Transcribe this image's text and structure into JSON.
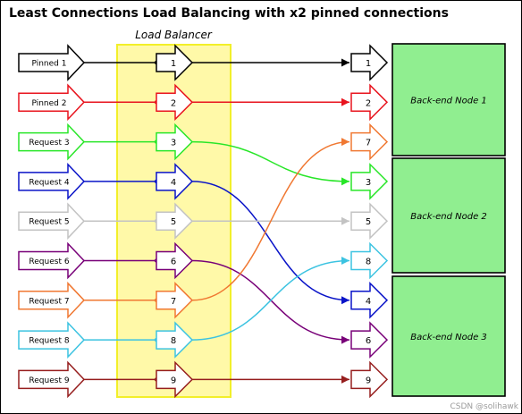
{
  "title": "Least Connections Load Balancing with x2 pinned connections",
  "load_balancer": {
    "label": "Load Balancer"
  },
  "requests": [
    {
      "label": "Pinned 1",
      "lb": "1",
      "target": "1",
      "color": "#000000"
    },
    {
      "label": "Pinned 2",
      "lb": "2",
      "target": "2",
      "color": "#e8141e"
    },
    {
      "label": "Request 3",
      "lb": "3",
      "target": "3",
      "color": "#28e628"
    },
    {
      "label": "Request 4",
      "lb": "4",
      "target": "4",
      "color": "#0a14c8"
    },
    {
      "label": "Request 5",
      "lb": "5",
      "target": "5",
      "color": "#c3c3c3"
    },
    {
      "label": "Request 6",
      "lb": "6",
      "target": "6",
      "color": "#780078"
    },
    {
      "label": "Request 7",
      "lb": "7",
      "target": "7",
      "color": "#f07832"
    },
    {
      "label": "Request 8",
      "lb": "8",
      "target": "8",
      "color": "#3cc3e1"
    },
    {
      "label": "Request 9",
      "lb": "9",
      "target": "9",
      "color": "#961e1e"
    }
  ],
  "backend_slots": [
    {
      "label": "1",
      "node": 0,
      "color": "#000000"
    },
    {
      "label": "2",
      "node": 0,
      "color": "#e8141e"
    },
    {
      "label": "7",
      "node": 0,
      "color": "#f07832"
    },
    {
      "label": "3",
      "node": 1,
      "color": "#28e628"
    },
    {
      "label": "5",
      "node": 1,
      "color": "#c3c3c3"
    },
    {
      "label": "8",
      "node": 1,
      "color": "#3cc3e1"
    },
    {
      "label": "4",
      "node": 2,
      "color": "#0a14c8"
    },
    {
      "label": "6",
      "node": 2,
      "color": "#780078"
    },
    {
      "label": "9",
      "node": 2,
      "color": "#961e1e"
    }
  ],
  "nodes": [
    {
      "label": "Back-end Node 1"
    },
    {
      "label": "Back-end Node 2"
    },
    {
      "label": "Back-end Node 3"
    }
  ],
  "watermark": "CSDN @solihawk",
  "colors": {
    "lb_fill": "#fff9a8",
    "lb_stroke": "#f2ef2a",
    "node_fill": "#90ee90",
    "node_stroke": "#000000"
  }
}
